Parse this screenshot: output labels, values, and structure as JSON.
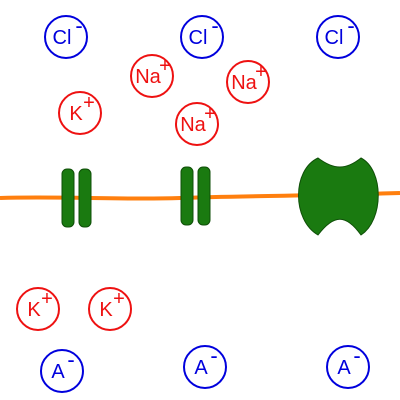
{
  "colors": {
    "anion": "#0000dd",
    "cation": "#ee1111",
    "membrane": "#ff7f0e",
    "protein": "#1a7a10",
    "protein_dark": "#0f4f08"
  },
  "ions": [
    {
      "symbol": "Cl",
      "charge": "-",
      "kind": "anion"
    },
    {
      "symbol": "Cl",
      "charge": "-",
      "kind": "anion"
    },
    {
      "symbol": "Cl",
      "charge": "-",
      "kind": "anion"
    },
    {
      "symbol": "Na",
      "charge": "+",
      "kind": "cation"
    },
    {
      "symbol": "Na",
      "charge": "+",
      "kind": "cation"
    },
    {
      "symbol": "Na",
      "charge": "+",
      "kind": "cation"
    },
    {
      "symbol": "K",
      "charge": "+",
      "kind": "cation"
    },
    {
      "symbol": "K",
      "charge": "+",
      "kind": "cation"
    },
    {
      "symbol": "K",
      "charge": "+",
      "kind": "cation"
    },
    {
      "symbol": "A",
      "charge": "-",
      "kind": "anion"
    },
    {
      "symbol": "A",
      "charge": "-",
      "kind": "anion"
    },
    {
      "symbol": "A",
      "charge": "-",
      "kind": "anion"
    }
  ]
}
